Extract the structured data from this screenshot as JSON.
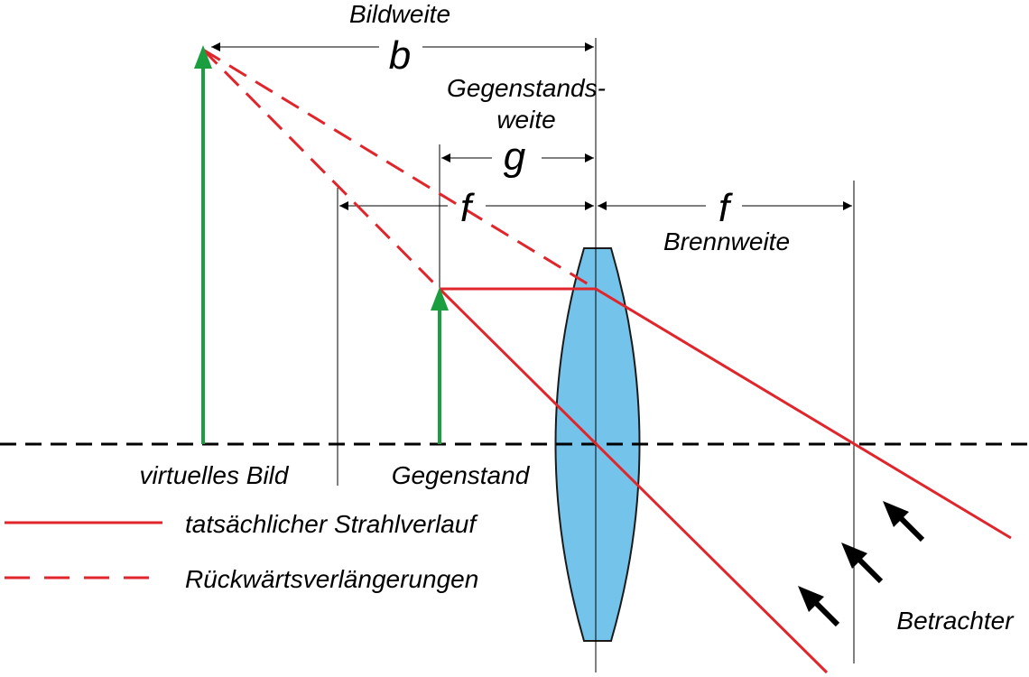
{
  "labels": {
    "bildweite": "Bildweite",
    "b": "b",
    "gegenstandsweite_line1": "Gegenstands-",
    "gegenstandsweite_line2": "weite",
    "g": "g",
    "f_left": "f",
    "f_right": "f",
    "brennweite": "Brennweite",
    "virtuelles_bild": "virtuelles Bild",
    "gegenstand": "Gegenstand",
    "betrachter": "Betrachter"
  },
  "legend": {
    "solid": "tatsächlicher Strahlverlauf",
    "dashed": "Rückwärtsverlängerungen"
  },
  "colors": {
    "ray": "#e0252b",
    "arrow_green": "#1a9e3f",
    "lens_fill": "#74c3ea",
    "lens_stroke": "#1a1a1a",
    "axis": "#000000"
  }
}
